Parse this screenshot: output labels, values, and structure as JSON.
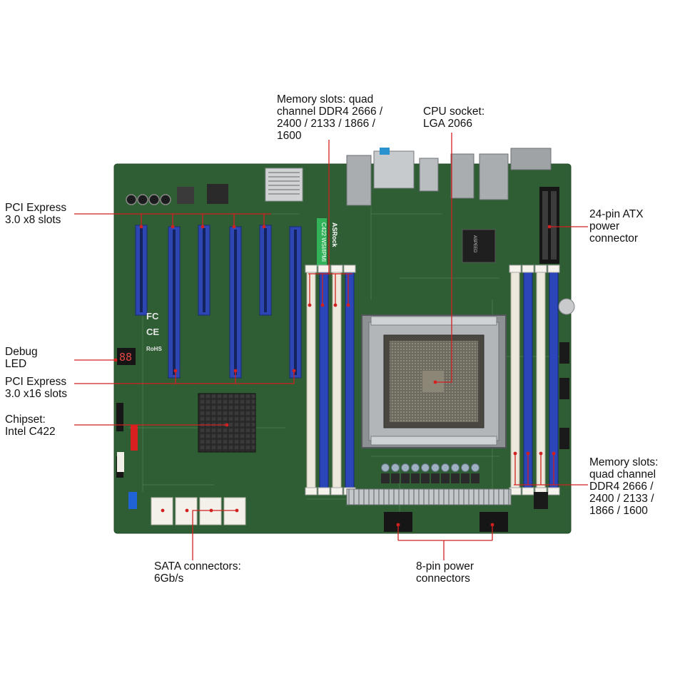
{
  "colors": {
    "pcb": "#2f5e34",
    "pcb_dark": "#234a28",
    "pcie_slot": "#2d46b4",
    "dimm_blue": "#2a46b8",
    "dimm_white": "#ece8dc",
    "leader": "#d22020",
    "heatsink": "#b9bcbe",
    "chip": "#2a2a2a",
    "sata_red": "#d8201e",
    "usb_blue": "#1f63d6"
  },
  "board": {
    "brand": "ASRock",
    "model": "C422 WSI/IPMI",
    "marks": [
      "FC",
      "CE",
      "RoHS"
    ],
    "debug_display": "88",
    "bmc_label": "ASPEED"
  },
  "callouts": {
    "pcie_x8": {
      "lines": [
        "PCI Express",
        "3.0 x8 slots"
      ]
    },
    "debug_led": {
      "lines": [
        "Debug",
        "LED"
      ]
    },
    "pcie_x16": {
      "lines": [
        "PCI Express",
        "3.0 x16 slots"
      ]
    },
    "chipset": {
      "lines": [
        "Chipset:",
        "Intel C422"
      ]
    },
    "mem_top": {
      "lines": [
        "Memory slots: quad",
        "channel DDR4 2666 /",
        "2400 / 2133 / 1866 /",
        "1600"
      ]
    },
    "cpu_socket": {
      "lines": [
        "CPU socket:",
        "LGA 2066"
      ]
    },
    "atx24": {
      "lines": [
        "24-pin ATX",
        "power",
        "connector"
      ]
    },
    "mem_right": {
      "lines": [
        "Memory slots:",
        "quad channel",
        "DDR4 2666 /",
        "2400 / 2133 /",
        "1866 / 1600"
      ]
    },
    "sata": {
      "lines": [
        "SATA connectors:",
        "6Gb/s"
      ]
    },
    "eight_pin": {
      "lines": [
        "8-pin power",
        "connectors"
      ]
    }
  }
}
